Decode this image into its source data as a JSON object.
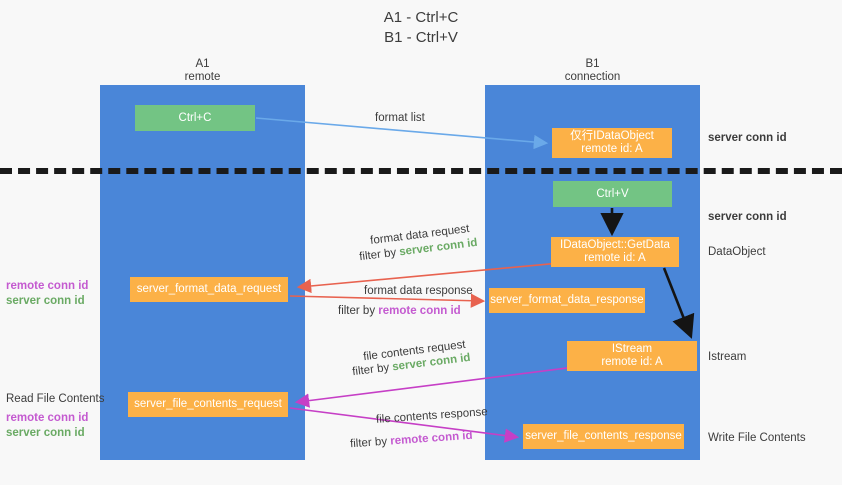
{
  "title": {
    "line1": "A1 - Ctrl+C",
    "line2": "B1 - Ctrl+V"
  },
  "columns": [
    {
      "name": "A1",
      "role": "remote"
    },
    {
      "name": "B1",
      "role": "connection"
    }
  ],
  "boxes": {
    "ctrl_c": "Ctrl+C",
    "ctrl_v": "Ctrl+V",
    "idataobject": "仅行IDataObject\nremote id: A",
    "idataobject_line1": "仅行IDataObject",
    "idataobject_line2": "remote id: A",
    "getdata_line1": "IDataObject::GetData",
    "getdata_line2": "remote id: A",
    "istream_line1": "IStream",
    "istream_line2": "remote id: A",
    "server_format_data_request": "server_format_data_request",
    "server_format_data_response": "server_format_data_response",
    "server_file_contents_request": "server_file_contents_request",
    "server_file_contents_response": "server_file_contents_response"
  },
  "side_labels": {
    "server_conn_id_1": "server conn id",
    "server_conn_id_2": "server conn id",
    "dataobject": "DataObject",
    "istream": "Istream",
    "write_file_contents": "Write File Contents",
    "read_file_contents": "Read File Contents",
    "remote_conn_id": "remote conn id",
    "server_conn_id": "server conn id"
  },
  "arrow_labels": {
    "format_list": "format list",
    "format_data_request": "format data request",
    "format_data_response": "format data response",
    "file_contents_request": "file contents request",
    "file_contents_response": "file contents response",
    "filter_by": "filter by ",
    "server_conn_id": "server conn id",
    "remote_conn_id": "remote conn id"
  },
  "colors": {
    "column_blue": "#4a86d8",
    "box_green": "#73c484",
    "box_orange": "#fcb147",
    "text_green": "#6aaa64",
    "text_purple": "#c45ad0",
    "arrow_red": "#e8624f",
    "arrow_magenta": "#c63fc6",
    "arrow_blue": "#6aa9e9",
    "arrow_black": "#141414",
    "background": "#f8f8f8"
  }
}
